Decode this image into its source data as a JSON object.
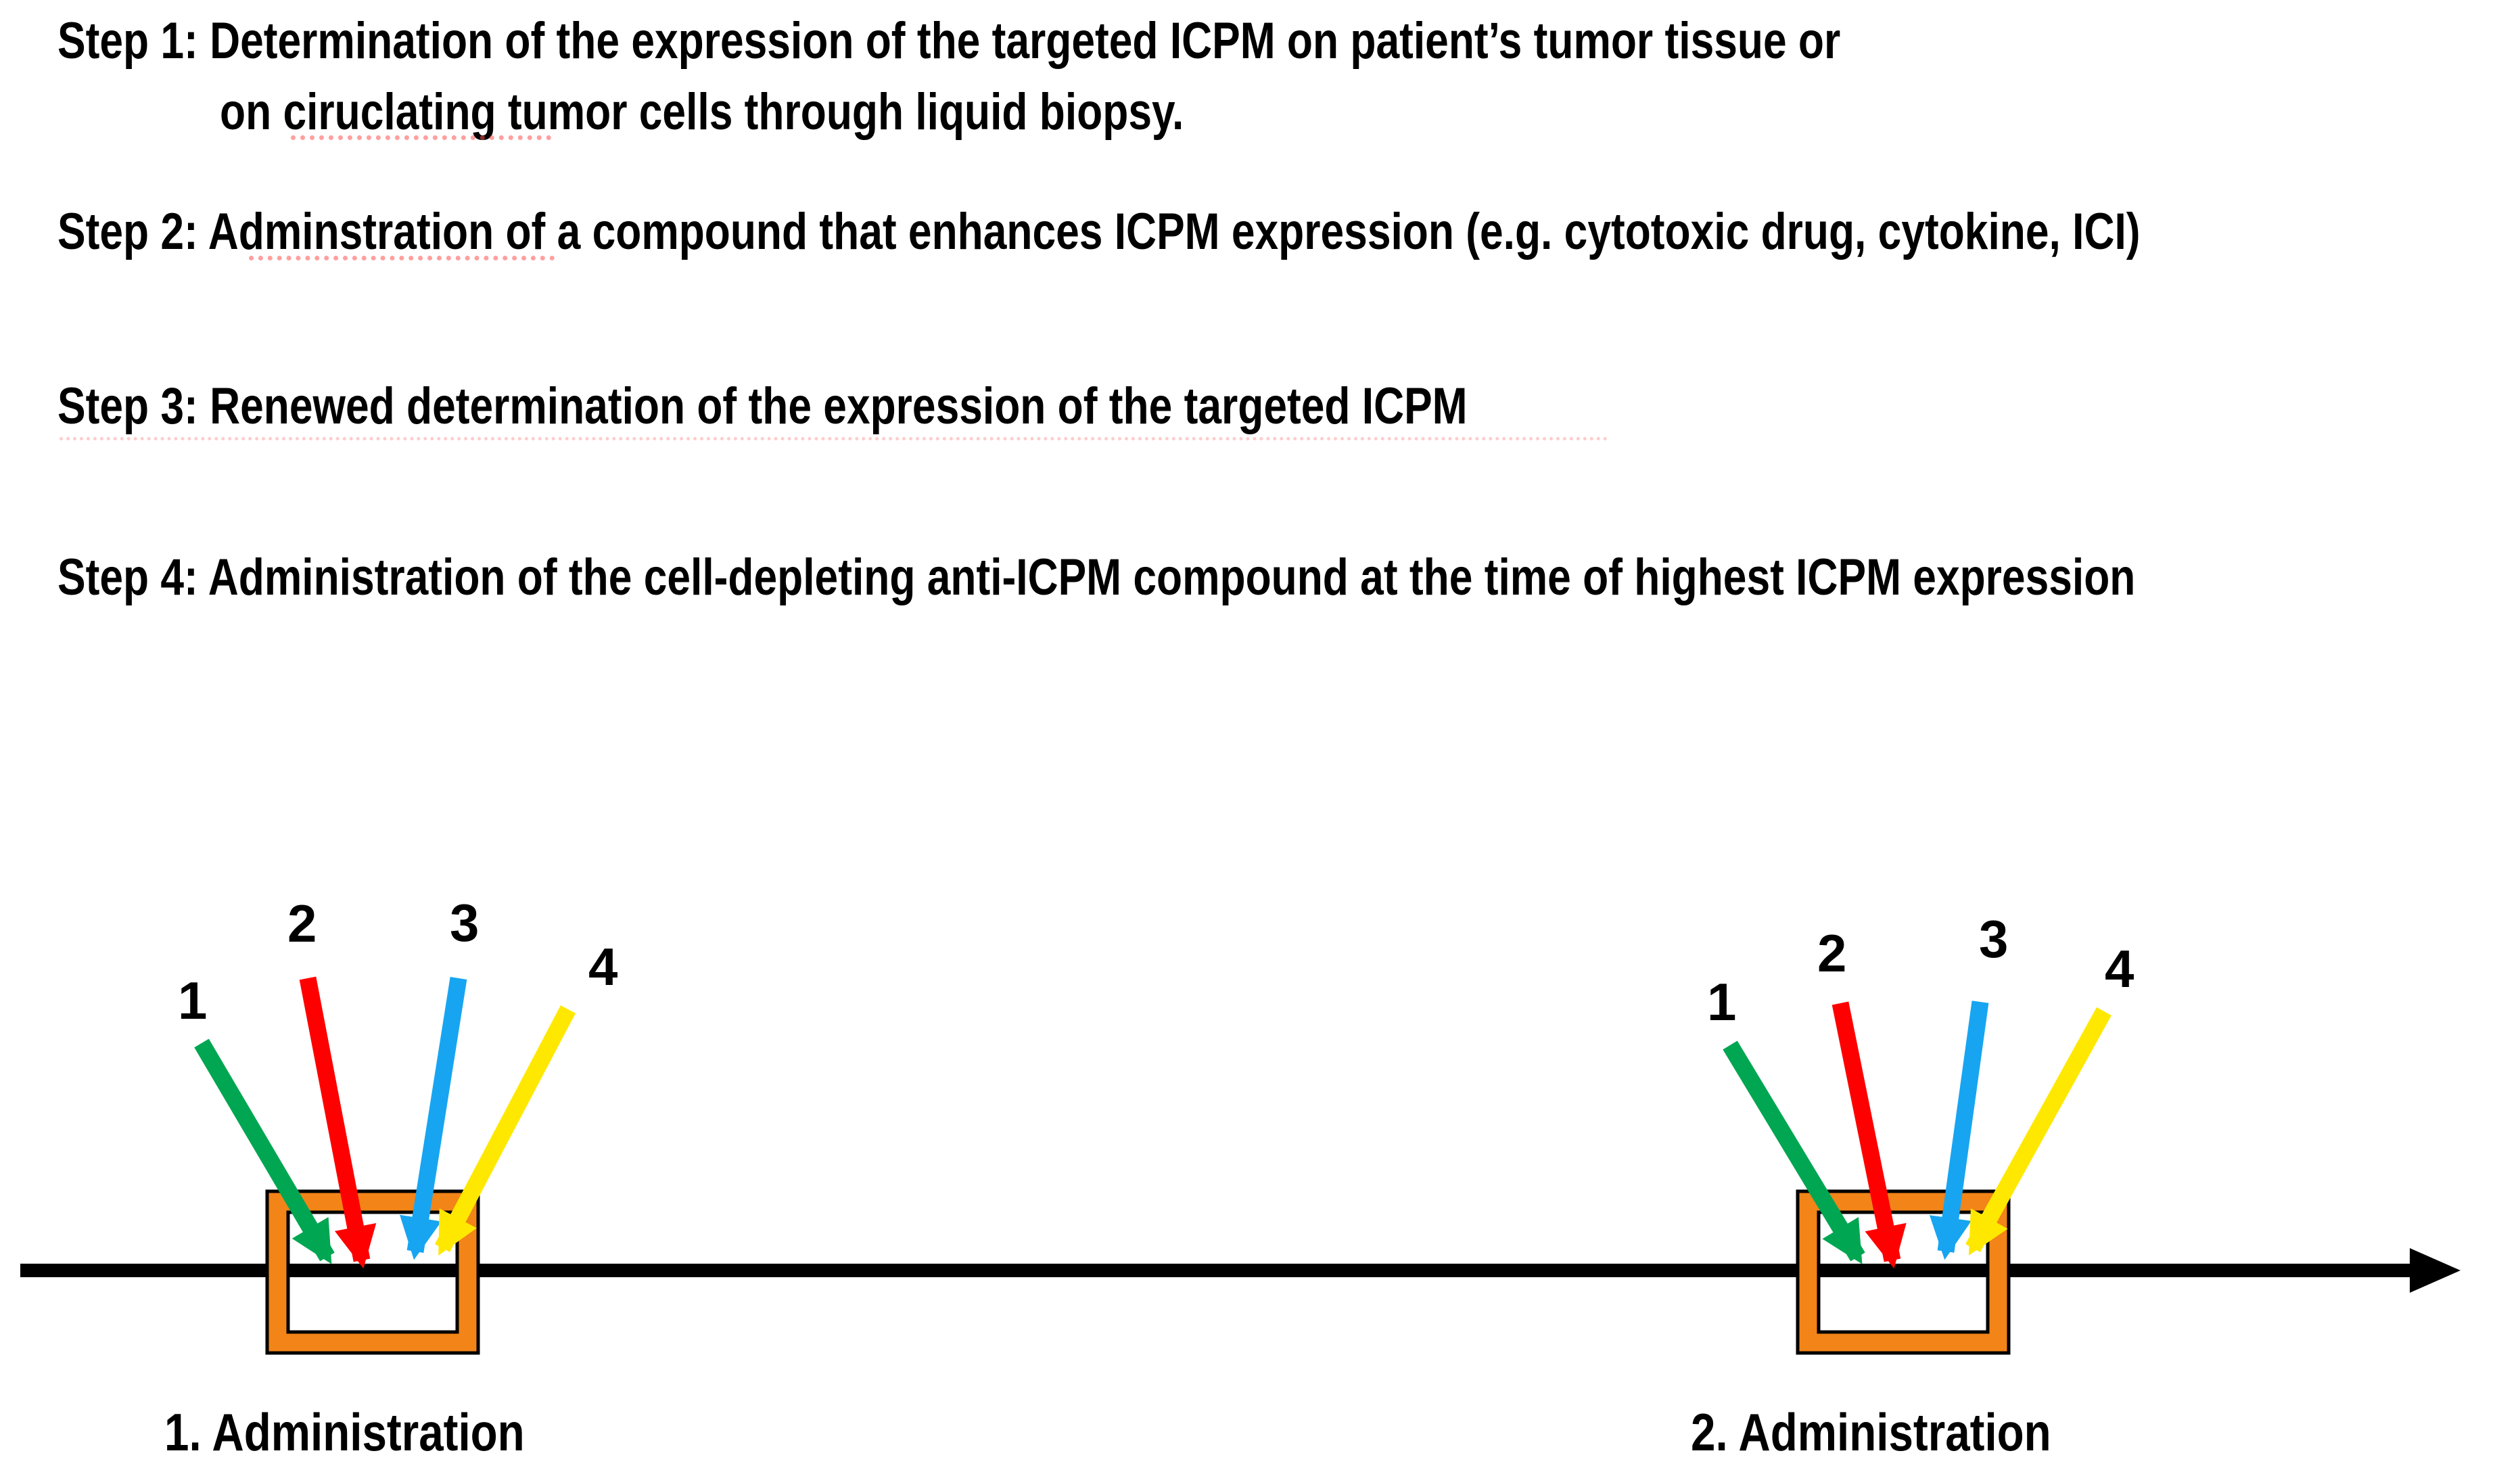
{
  "figure": {
    "background_color": "#FFFFFF",
    "ink_color": "#000000"
  },
  "protocol_steps": {
    "step1_line1": "Step 1: Determination of the expression of the targeted ICPM on patient’s tumor tissue or",
    "step1_line2": "on ciruclating tumor cells through liquid biopsy.",
    "step2": "Step 2: Adminstration of a compound that enhances ICPM expression (e.g. cytotoxic drug, cytokine, ICI)",
    "step3": "Step 3: Renewed determination of the expression of the targeted ICPM",
    "step4": "Step 4: Administration of the cell-depleting anti-ICPM compound at the time of highest ICPM expression"
  },
  "timeline": {
    "box_color": "#F28418",
    "arrow_colors": {
      "step1": "#00A651",
      "step2": "#FF0000",
      "step3": "#17A5F1",
      "step4": "#FFE800"
    },
    "administrations": [
      {
        "label": "1. Administration",
        "arrow_numbers": [
          "1",
          "2",
          "3",
          "4"
        ]
      },
      {
        "label": "2. Administration",
        "arrow_numbers": [
          "1",
          "2",
          "3",
          "4"
        ]
      }
    ]
  }
}
